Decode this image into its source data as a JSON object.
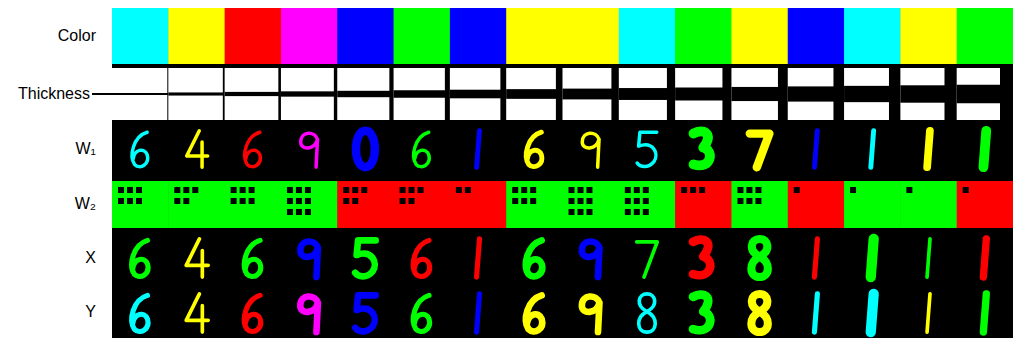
{
  "diagram": {
    "labels": [
      "Color",
      "Thickness",
      "W₁",
      "W₂",
      "X",
      "Y"
    ]
  }
}
